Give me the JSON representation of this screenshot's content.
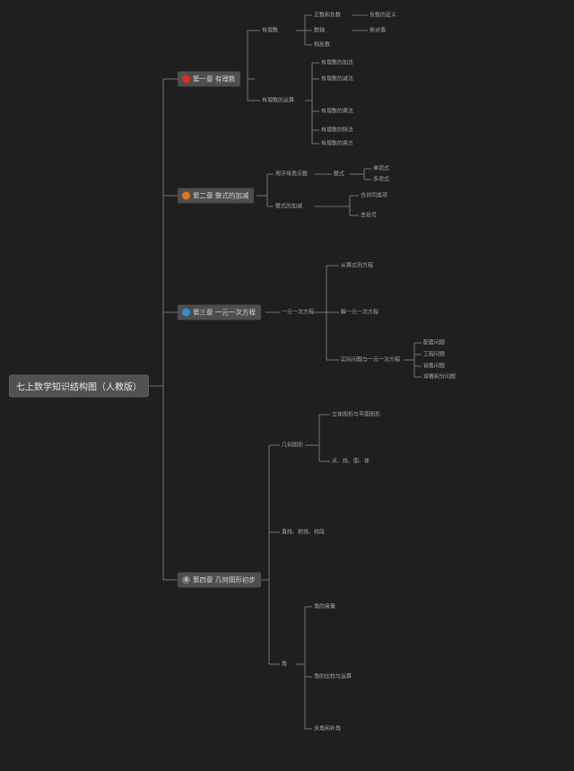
{
  "title": "七上数学知识结构图（人教版）",
  "colors": {
    "background": "#1f1f1f",
    "line": "#8a8a8a",
    "node_text": "#a9a9a9",
    "chapter_badges": [
      "#d8321f",
      "#e0781a",
      "#2a93d2",
      "#7a7a7a"
    ]
  },
  "chapters": [
    {
      "badge": "",
      "label": "第一章 有理数"
    },
    {
      "badge": "",
      "label": "第二章 整式的加减"
    },
    {
      "badge": "",
      "label": "第三章 一元一次方程"
    },
    {
      "badge": "4",
      "label": "第四章 几何图形初步"
    }
  ],
  "nodes": {
    "c1_a": "正数和负数",
    "c1_a1": "负数的定义",
    "c1_b": "有理数",
    "c1_c": "数轴",
    "c1_d": "相反数",
    "c1_e": "绝对值",
    "c1_f": "有理数的运算",
    "c1_f1": "有理数的加法",
    "c1_f2": "有理数的减法",
    "c1_f3": "有理数的乘法",
    "c1_f4": "有理数的除法",
    "c1_f5": "有理数的乘方",
    "c2_a": "用字母表示数",
    "c2_a1": "整式",
    "c2_a2": "单项式",
    "c2_a3": "多项式",
    "c2_b": "整式的加减",
    "c2_b1": "合并同类项",
    "c2_b2": "去括号",
    "c3_a": "一元一次方程",
    "c3_a1": "从算式到方程",
    "c3_a2": "解一元一次方程",
    "c3_a3": "实际问题与一元一次方程",
    "c3_a3_1": "配套问题",
    "c3_a3_2": "工程问题",
    "c3_a3_3": "销售问题",
    "c3_a3_4": "球赛积分问题",
    "c4_a": "几何图形",
    "c4_a1": "立体图形与平面图形",
    "c4_a2": "点、线、面、体",
    "c4_b": "直线、射线、线段",
    "c4_c": "角",
    "c4_c1": "角的度量",
    "c4_c2": "角的比较与运算",
    "c4_c3": "余角和补角"
  }
}
